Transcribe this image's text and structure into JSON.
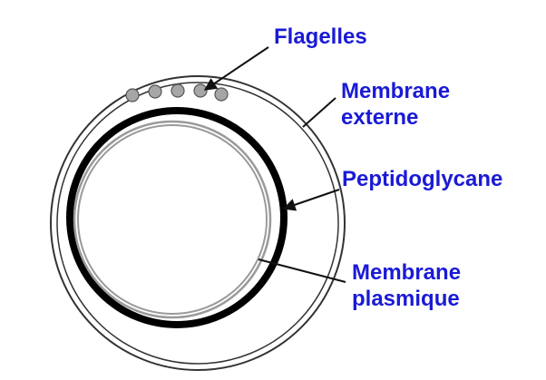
{
  "labels": {
    "flagelles": "Flagelles",
    "membrane_externe": [
      "Membrane",
      "externe"
    ],
    "peptidoglycane": "Peptidoglycane",
    "membrane_plasmique": [
      "Membrane",
      "plasmique"
    ]
  },
  "colors": {
    "label_text": "#1a1ad6",
    "outer_membrane": "#333333",
    "peptidoglycan": "#000000",
    "plasma_membrane": "#9a9a9a",
    "flagella_fill": "#a6a6a6",
    "flagella_stroke": "#555555",
    "arrows": "#111111"
  },
  "flagella_count": 5
}
